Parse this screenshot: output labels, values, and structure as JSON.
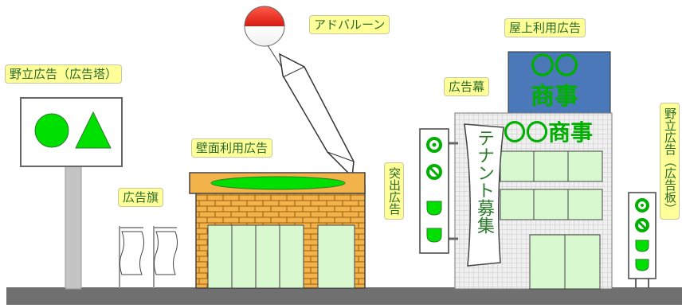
{
  "labels": {
    "nodate_tower": "野立広告（広告塔）",
    "ad_balloon": "アドバルーン",
    "rooftop": "屋上利用広告",
    "banner_curtain": "広告幕",
    "wall": "壁面利用広告",
    "flag": "広告旗",
    "projecting": "突出広告",
    "nodate_board": "野立広告（広告板）"
  },
  "signs": {
    "rooftop_top": "〇〇",
    "rooftop_bottom": "商事",
    "facade": "〇〇商事",
    "banner": "テナント募集"
  },
  "colors": {
    "label_bg": "#ffff99",
    "label_text": "#2a6a2a",
    "sign_green": "#00b000",
    "shape_green": "#00e000",
    "rooftop_blue": "#4a78b8",
    "window_green": "#d8f8d0",
    "brick": "#f2b44a",
    "balloon_red": "#e8281a",
    "ground": "#707070"
  }
}
